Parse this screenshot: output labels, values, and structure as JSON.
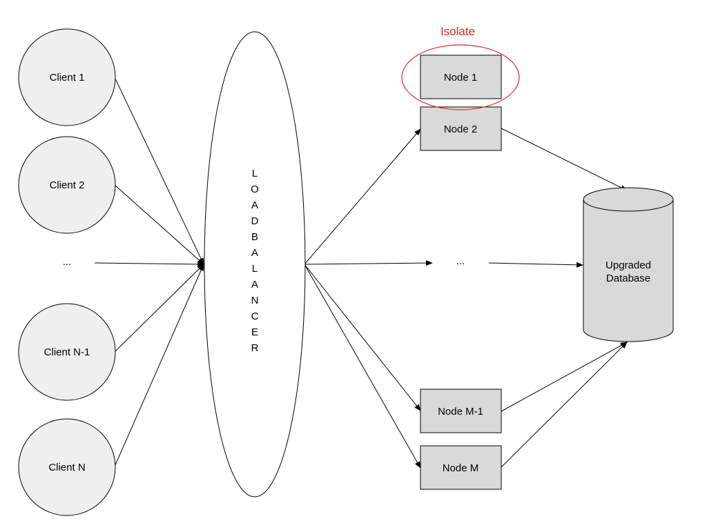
{
  "clients": [
    {
      "label": "Client 1"
    },
    {
      "label": "Client 2"
    },
    {
      "label": "..."
    },
    {
      "label": "Client N-1"
    },
    {
      "label": "Client N"
    }
  ],
  "load_balancer": {
    "letters": [
      "L",
      "O",
      "A",
      "D",
      "B",
      "A",
      "L",
      "A",
      "N",
      "C",
      "E",
      "R"
    ]
  },
  "nodes": [
    {
      "label": "Node 1"
    },
    {
      "label": "Node 2"
    },
    {
      "label": "..."
    },
    {
      "label": "Node M-1"
    },
    {
      "label": "Node M"
    }
  ],
  "isolate": {
    "label": "Isolate",
    "color": "#e0261f"
  },
  "database": {
    "line1": "Upgraded",
    "line2": "Database",
    "fill": "#d9d9d9"
  },
  "colors": {
    "node_fill": "#d9d9d9",
    "client_fill": "#efefef",
    "stroke": "#000000"
  }
}
